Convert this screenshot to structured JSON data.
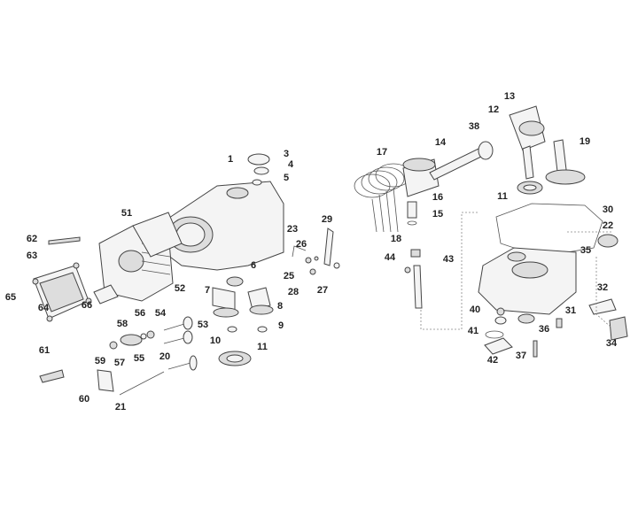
{
  "diagram_title": "",
  "callouts": [
    "1",
    "3",
    "4",
    "5",
    "51",
    "62",
    "63",
    "65",
    "64",
    "66",
    "52",
    "6",
    "7",
    "8",
    "9",
    "10",
    "11",
    "58",
    "56",
    "54",
    "53",
    "59",
    "57",
    "55",
    "61",
    "60",
    "20",
    "21",
    "23",
    "26",
    "25",
    "28",
    "29",
    "27",
    "13",
    "12",
    "38",
    "14",
    "17",
    "19",
    "16",
    "15",
    "11",
    "18",
    "30",
    "22",
    "44",
    "43",
    "35",
    "40",
    "41",
    "42",
    "36",
    "31",
    "37",
    "32",
    "34"
  ]
}
